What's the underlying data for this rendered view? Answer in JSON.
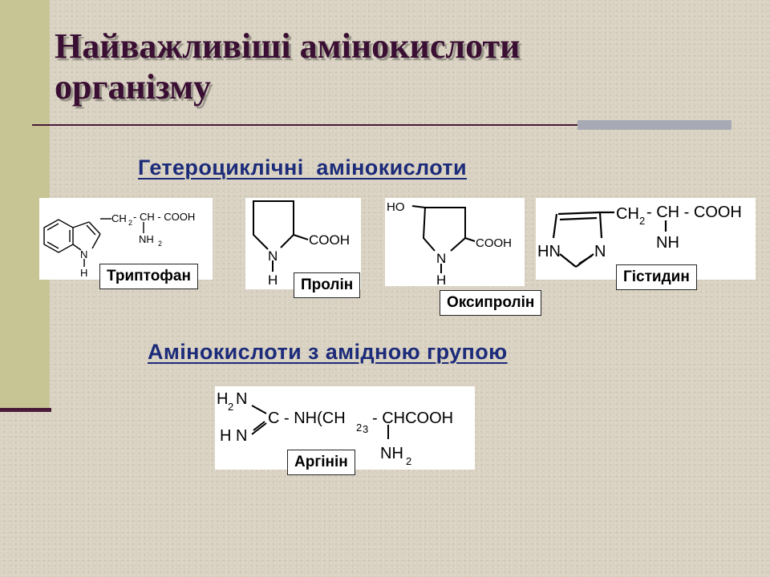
{
  "slide": {
    "title_line1": "Найважливіші амінокислоти",
    "title_line2": "організму",
    "heading_heterocyclic": "Гетероциклічні  амінокислоти",
    "heading_amide": "Амінокислоти з амідною групою"
  },
  "amino_acids": [
    {
      "name": "Триптофан",
      "formula": {
        "side_chain": "CH",
        "sub2": "2",
        "dash": "- CH - COOH",
        "amine": "NH",
        "amine_sub": "2",
        "ring_n": "N",
        "ring_h": "H"
      }
    },
    {
      "name": "Пролін",
      "formula": {
        "cooh": "COOH",
        "ring_n": "N",
        "ring_h": "H"
      }
    },
    {
      "name": "Оксипролін",
      "formula": {
        "ho": "HO",
        "cooh": "COOH",
        "ring_n": "N",
        "ring_h": "H"
      }
    },
    {
      "name": "Гістидин",
      "formula": {
        "side_chain": "CH",
        "sub2": "2",
        "dash": "- CH - COOH",
        "amine": "NH",
        "hn": "HN",
        "n": "N"
      }
    },
    {
      "name": "Аргінін",
      "formula": {
        "h2n": "H",
        "h2n_sub": "2",
        "h2n_n": "N",
        "hn": "H N",
        "chain": "C - NH(CH",
        "chain_sub": "2",
        "chain_sub3": "3",
        "chain_end": "- CHCOOH",
        "amine": "NH",
        "amine_sub": "2"
      }
    }
  ]
}
